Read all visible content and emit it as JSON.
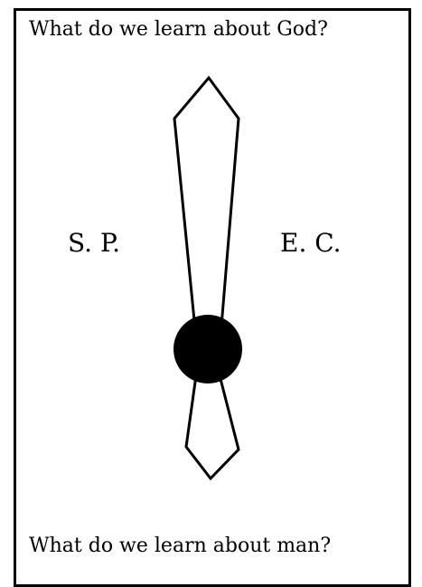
{
  "top_question": "What do we learn about God?",
  "bottom_question": "What do we learn about man?",
  "left_label": "S.  P.",
  "right_label": "E.  C.",
  "colors": {
    "ink": "#000000",
    "background": "#ffffff"
  }
}
